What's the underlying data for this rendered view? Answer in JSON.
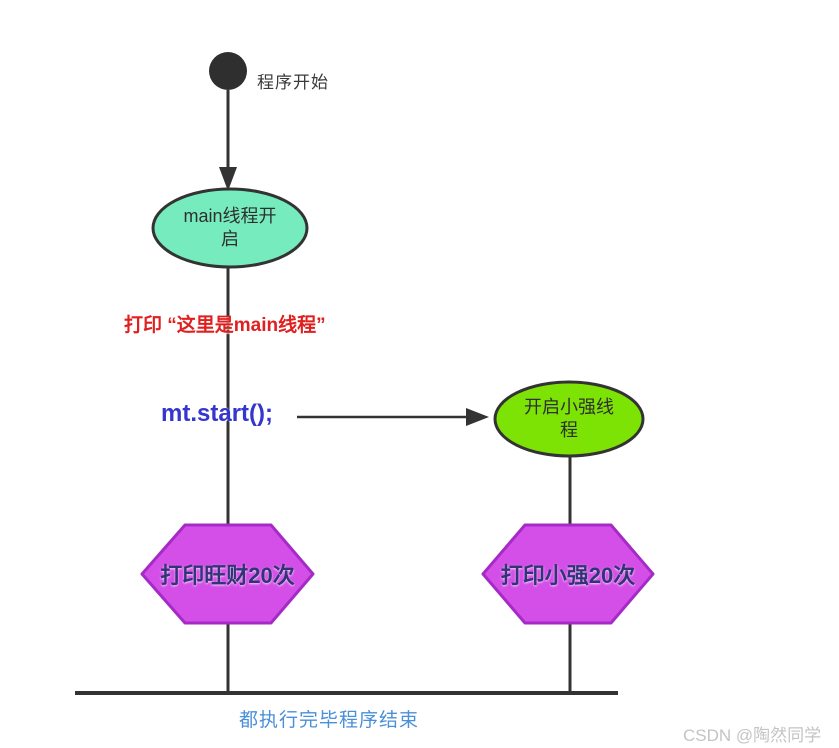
{
  "colors": {
    "line": "#333333",
    "start_node_fill": "#2f2f2f",
    "main_ellipse_fill": "#76ecbe",
    "thread_ellipse_fill": "#7de305",
    "ellipse_stroke": "#333333",
    "hexagon_fill": "#d44fe8",
    "hexagon_stroke": "#a62bc6",
    "hexagon_text": "#333377",
    "print_main_text": "#e01f1f",
    "code_text": "#3535cf",
    "end_text": "#4a8fd9",
    "watermark_text": "#c4c4c4"
  },
  "nodes": {
    "start": {
      "label": "程序开始"
    },
    "main_thread": {
      "label": "main线程开启"
    },
    "new_thread": {
      "label": "开启小强线程"
    },
    "print_wangcai": {
      "label": "打印旺财20次"
    },
    "print_xiaoqiang": {
      "label": "打印小强20次"
    }
  },
  "annotations": {
    "print_main": "打印 “这里是main线程”",
    "code": "mt.start();",
    "end": "都执行完毕程序结束"
  },
  "watermark": "CSDN @陶然同学"
}
